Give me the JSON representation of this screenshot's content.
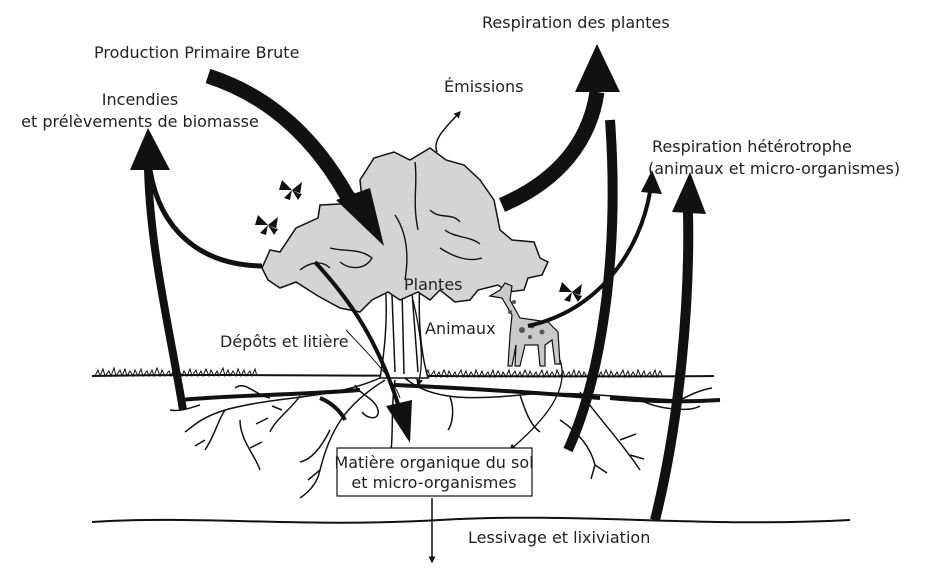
{
  "labels": {
    "gpp": "Production Primaire Brute",
    "plant_respiration": "Respiration des plantes",
    "emissions": "Émissions",
    "fires_line1": "Incendies",
    "fires_line2": "et prélèvements de biomasse",
    "hetero_line1": "Respiration hétérotrophe",
    "hetero_line2": "(animaux et micro-organismes)",
    "plants": "Plantes",
    "animals": "Animaux",
    "deposits": "Dépôts et litière",
    "soil_line1": "Matière organique du sol",
    "soil_line2": "et micro-organismes",
    "leaching": "Lessivage et lixiviation"
  },
  "colors": {
    "ink": "#111111",
    "canopy": "#d4d4d4",
    "giraffe": "#c9c9c9",
    "text": "#222222"
  }
}
